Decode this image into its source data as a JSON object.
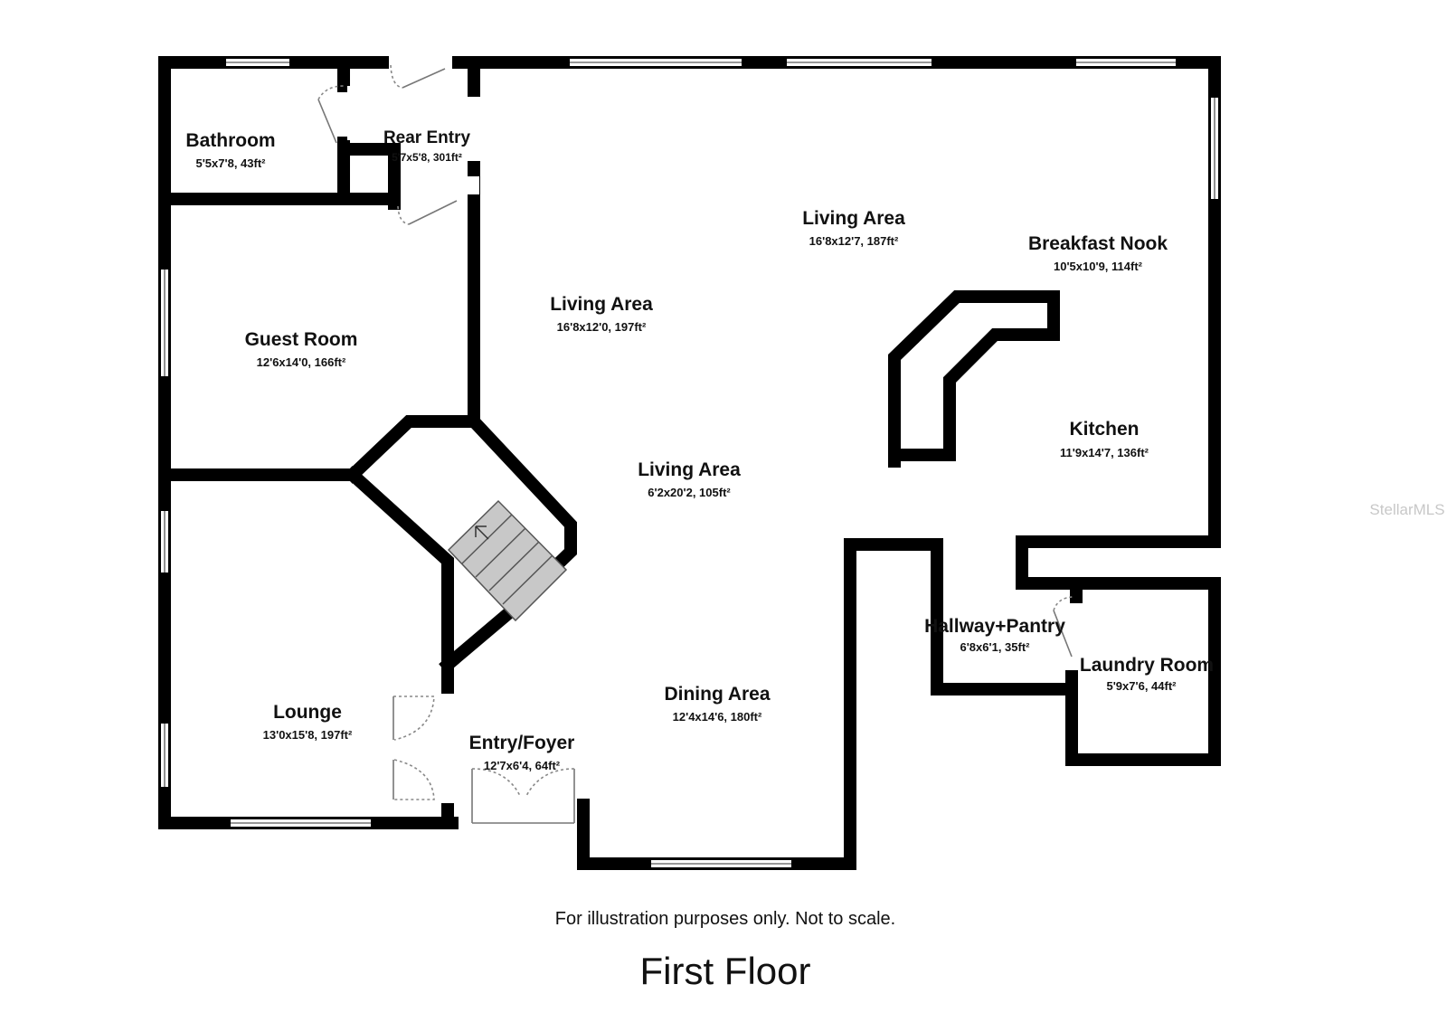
{
  "rooms": [
    {
      "name": "Bathroom",
      "dims": "5'5x7'8, 43ft²"
    },
    {
      "name": "Rear Entry",
      "dims": "5'7x5'8, 301ft²"
    },
    {
      "name": "Living Area",
      "dims": "16'8x12'7, 187ft²"
    },
    {
      "name": "Breakfast Nook",
      "dims": "10'5x10'9, 114ft²"
    },
    {
      "name": "Living Area",
      "dims": "16'8x12'0, 197ft²"
    },
    {
      "name": "Guest Room",
      "dims": "12'6x14'0, 166ft²"
    },
    {
      "name": "Living Area",
      "dims": "6'2x20'2, 105ft²"
    },
    {
      "name": "Kitchen",
      "dims": "11'9x14'7, 136ft²"
    },
    {
      "name": "Hallway+Pantry",
      "dims": "6'8x6'1, 35ft²"
    },
    {
      "name": "Laundry Room",
      "dims": "5'9x7'6, 44ft²"
    },
    {
      "name": "Dining Area",
      "dims": "12'4x14'6, 180ft²"
    },
    {
      "name": "Lounge",
      "dims": "13'0x15'8, 197ft²"
    },
    {
      "name": "Entry/Foyer",
      "dims": "12'7x6'4, 64ft²"
    }
  ],
  "disclaimer": "For illustration purposes only. Not to scale.",
  "floor_title": "First Floor",
  "watermark": "StellarMLS",
  "colors": {
    "wall": "#000000",
    "background": "#ffffff",
    "stairs": "#c8c8c8"
  }
}
